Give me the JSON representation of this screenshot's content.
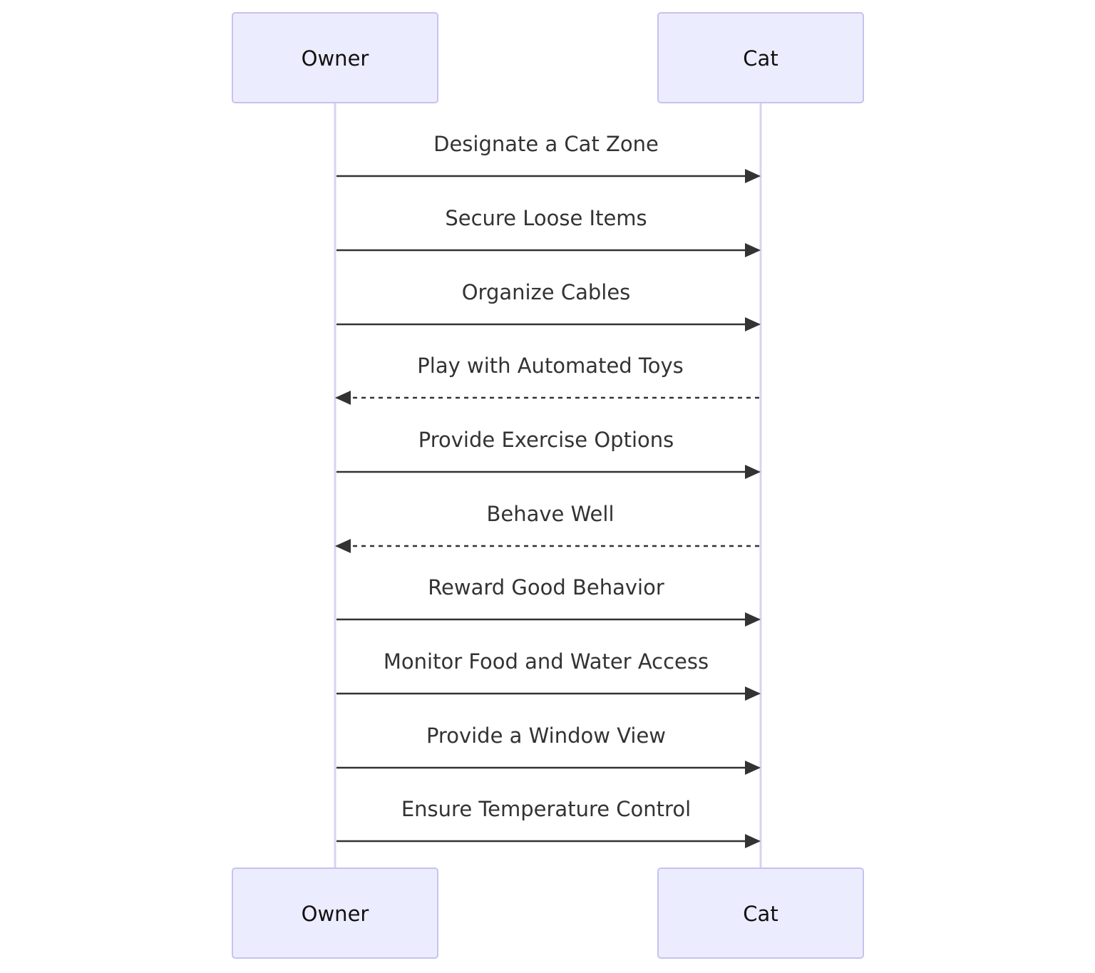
{
  "participants": [
    {
      "id": "owner",
      "label": "Owner"
    },
    {
      "id": "cat",
      "label": "Cat"
    }
  ],
  "messages": [
    {
      "from": "owner",
      "to": "cat",
      "label": "Designate a Cat Zone",
      "style": "solid"
    },
    {
      "from": "owner",
      "to": "cat",
      "label": "Secure Loose Items",
      "style": "solid"
    },
    {
      "from": "owner",
      "to": "cat",
      "label": "Organize Cables",
      "style": "solid"
    },
    {
      "from": "cat",
      "to": "owner",
      "label": "Play with Automated Toys",
      "style": "dashed"
    },
    {
      "from": "owner",
      "to": "cat",
      "label": "Provide Exercise Options",
      "style": "solid"
    },
    {
      "from": "cat",
      "to": "owner",
      "label": "Behave Well",
      "style": "dashed"
    },
    {
      "from": "owner",
      "to": "cat",
      "label": "Reward Good Behavior",
      "style": "solid"
    },
    {
      "from": "owner",
      "to": "cat",
      "label": "Monitor Food and Water Access",
      "style": "solid"
    },
    {
      "from": "owner",
      "to": "cat",
      "label": "Provide a Window View",
      "style": "solid"
    },
    {
      "from": "owner",
      "to": "cat",
      "label": "Ensure Temperature Control",
      "style": "solid"
    }
  ],
  "colors": {
    "actor_fill": "#ececff",
    "actor_border": "#c7c2ee",
    "lifeline": "#d9d2f3",
    "message": "#333333"
  }
}
